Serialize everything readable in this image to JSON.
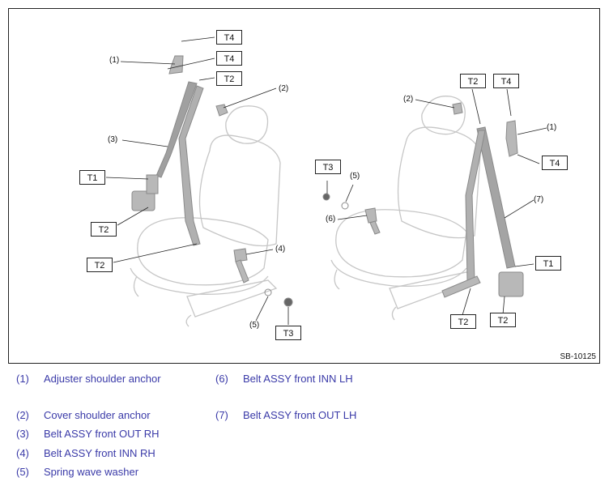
{
  "diagram": {
    "figure_id": "SB-10125",
    "callouts": {
      "left_1": "(1)",
      "left_2": "(2)",
      "left_3": "(3)",
      "left_4": "(4)",
      "left_5": "(5)",
      "right_1": "(1)",
      "right_2": "(2)",
      "right_5": "(5)",
      "right_6": "(6)",
      "right_7": "(7)"
    },
    "torque_tags": {
      "left_t4_upper": "T4",
      "left_t4_lower": "T4",
      "left_t2_top": "T2",
      "left_t1": "T1",
      "left_t2_retractor": "T2",
      "left_t2_anchor": "T2",
      "left_t3": "T3",
      "right_t2_top": "T2",
      "right_t4_top": "T4",
      "right_t4_lower": "T4",
      "right_t3": "T3",
      "right_t1": "T1",
      "right_t2_bottom_left": "T2",
      "right_t2_bottom_right": "T2"
    }
  },
  "legend": [
    {
      "num": "(1)",
      "label": "Adjuster shoulder anchor"
    },
    {
      "num": "(2)",
      "label": "Cover shoulder anchor"
    },
    {
      "num": "(3)",
      "label": "Belt ASSY front OUT RH"
    },
    {
      "num": "(4)",
      "label": "Belt ASSY front INN RH"
    },
    {
      "num": "(5)",
      "label": "Spring wave washer"
    },
    {
      "num": "(6)",
      "label": "Belt ASSY front INN LH"
    },
    {
      "num": "(7)",
      "label": "Belt ASSY front OUT LH"
    }
  ],
  "colors": {
    "legend_text": "#3a3aa8",
    "seat_outline": "#c8c8c8",
    "part_gray": "#9a9a9a"
  }
}
